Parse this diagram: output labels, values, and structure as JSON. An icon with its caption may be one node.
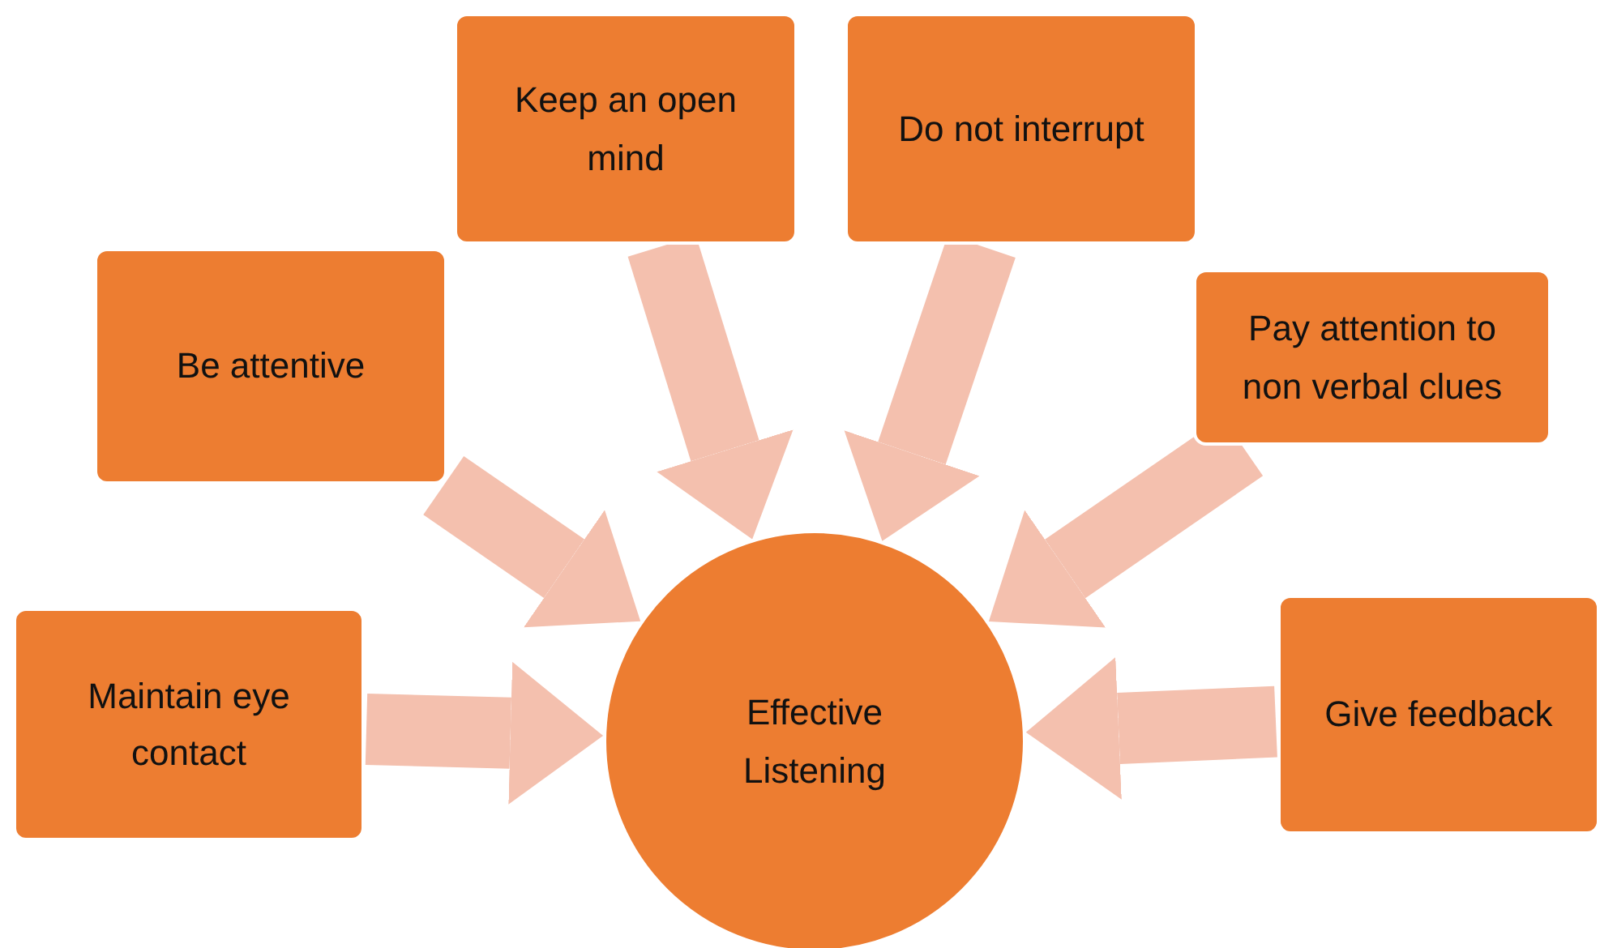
{
  "diagram": {
    "nodes": [
      {
        "text": [
          "Keep an open mind"
        ]
      },
      {
        "text": [
          "Do not interrupt"
        ]
      },
      {
        "text": [
          "Be attentive"
        ]
      },
      {
        "text": [
          "Pay attention to non verbal clues"
        ]
      },
      {
        "text": [
          "Maintain eye contact"
        ]
      },
      {
        "text": [
          "Give feedback"
        ]
      },
      {
        "text": [
          "Effective Listening"
        ]
      }
    ],
    "edges": [
      {
        "from": 0,
        "to": 6,
        "arrow": "to"
      },
      {
        "from": 1,
        "to": 6,
        "arrow": "to"
      },
      {
        "from": 2,
        "to": 6,
        "arrow": "to"
      },
      {
        "from": 3,
        "to": 6,
        "arrow": "to"
      },
      {
        "from": 4,
        "to": 6,
        "arrow": "to"
      },
      {
        "from": 5,
        "to": 6,
        "arrow": "to"
      }
    ]
  }
}
